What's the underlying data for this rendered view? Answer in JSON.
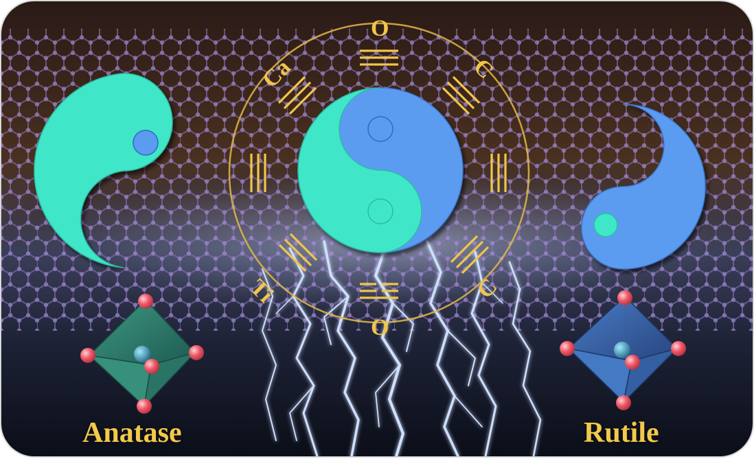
{
  "labels": {
    "left_phase": "Anatase",
    "right_phase": "Rutile"
  },
  "ring_elements": {
    "top": "O",
    "upper_right": "C",
    "upper_left": "Ca",
    "lower_left": "Ti",
    "lower_right": "C",
    "bottom": "O"
  },
  "colors": {
    "anatase_color": "#3fe6c8",
    "rutile_color": "#5c9cf0",
    "text_gold": "#f3c94a",
    "lightning": "#cfe0ff",
    "graphene_lattice": "#8a74b8",
    "oxygen_atom": "#f05a6a"
  }
}
